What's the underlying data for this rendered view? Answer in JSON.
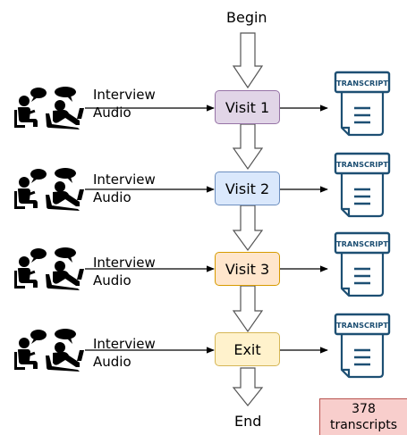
{
  "flow": {
    "begin": "Begin",
    "end": "End",
    "audio_label": [
      "Interview",
      "Audio"
    ],
    "stages": [
      {
        "label": "Visit 1",
        "fill": "#e1d5e7",
        "border": "#9673a6"
      },
      {
        "label": "Visit 2",
        "fill": "#dae8fc",
        "border": "#6c8ebf"
      },
      {
        "label": "Visit 3",
        "fill": "#ffe6cc",
        "border": "#d79b00"
      },
      {
        "label": "Exit",
        "fill": "#fff2cc",
        "border": "#d6b656"
      }
    ],
    "transcript_doc_label": "TRANSCRIPT",
    "total": {
      "count": "378",
      "unit": "transcripts"
    }
  },
  "colors": {
    "doc_stroke": "#1d4f73",
    "arrow_stroke": "#555555"
  },
  "icons": {
    "interview": "interview-people-icon",
    "transcript": "transcript-document-icon"
  }
}
